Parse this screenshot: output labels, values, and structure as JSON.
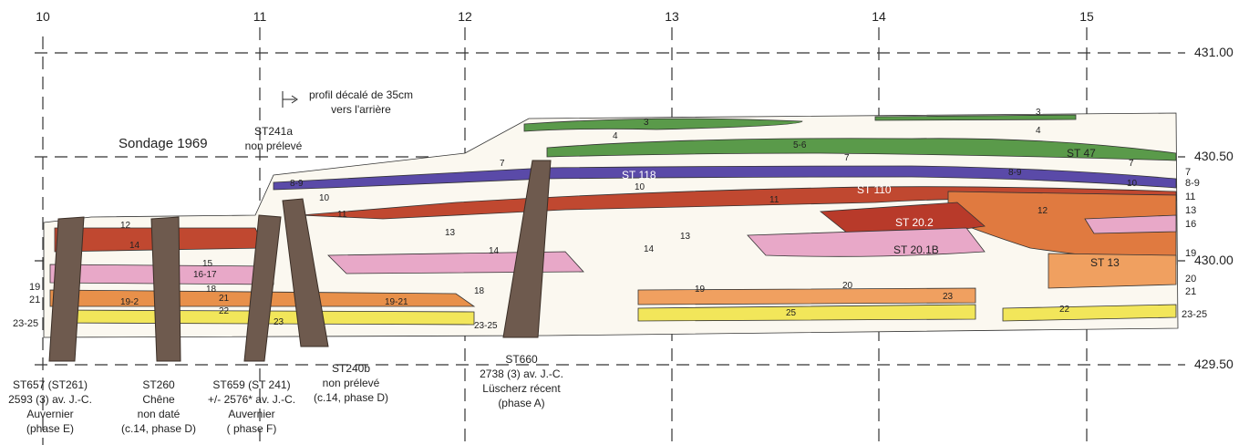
{
  "grid": {
    "x_labels": [
      "10",
      "11",
      "12",
      "13",
      "14",
      "15"
    ],
    "elevations": [
      "431.00",
      "430.50",
      "430.00",
      "429.50"
    ]
  },
  "annotations": {
    "sondage": "Sondage 1969",
    "profil": [
      "profil décalé de 35cm",
      "vers l'arrière"
    ],
    "st241a": [
      "ST241a",
      "non prélevé"
    ]
  },
  "posts": [
    {
      "lines": [
        "ST657 (ST261)",
        "2593 (3) av. J.-C.",
        "Auvernier",
        "(phase E)"
      ]
    },
    {
      "lines": [
        "ST260",
        "Chêne",
        "non daté",
        "(c.14, phase D)"
      ]
    },
    {
      "lines": [
        "ST659 (ST 241)",
        "+/- 2576* av. J.-C.",
        "Auvernier",
        "( phase F)"
      ]
    },
    {
      "lines": [
        "ST240b",
        "non prélevé",
        "(c.14, phase D)"
      ]
    },
    {
      "lines": [
        "ST660",
        "2738 (3) av. J.-C.",
        "Lüscherz récent",
        "(phase A)"
      ]
    }
  ],
  "layer_labels": {
    "left": [
      "19",
      "21",
      "23-25"
    ],
    "right": [
      "7",
      "8-9",
      "11",
      "13",
      "16",
      "19",
      "20",
      "21",
      "23-25"
    ],
    "inline": [
      "3",
      "3",
      "4",
      "4",
      "5-6",
      "7",
      "7",
      "7",
      "8-9",
      "8-9",
      "10",
      "10",
      "10",
      "11",
      "11",
      "12",
      "12",
      "13",
      "13",
      "14",
      "14",
      "14",
      "15",
      "16-17",
      "18",
      "18",
      "19",
      "19-2",
      "19-21",
      "20",
      "21",
      "22",
      "22",
      "23",
      "23",
      "23-25",
      "25",
      "ST 47",
      "ST 118",
      "ST 110",
      "ST 20.2",
      "ST 20.1B",
      "ST 13"
    ]
  },
  "colors": {
    "green": "#5a9a4a",
    "purple": "#5a4aa8",
    "red": "#b8402a",
    "orange": "#e07a40",
    "pink": "#e8a8c8",
    "yellow": "#f2e65a",
    "light_orange": "#f0a060",
    "post": "#6e5a4e"
  }
}
